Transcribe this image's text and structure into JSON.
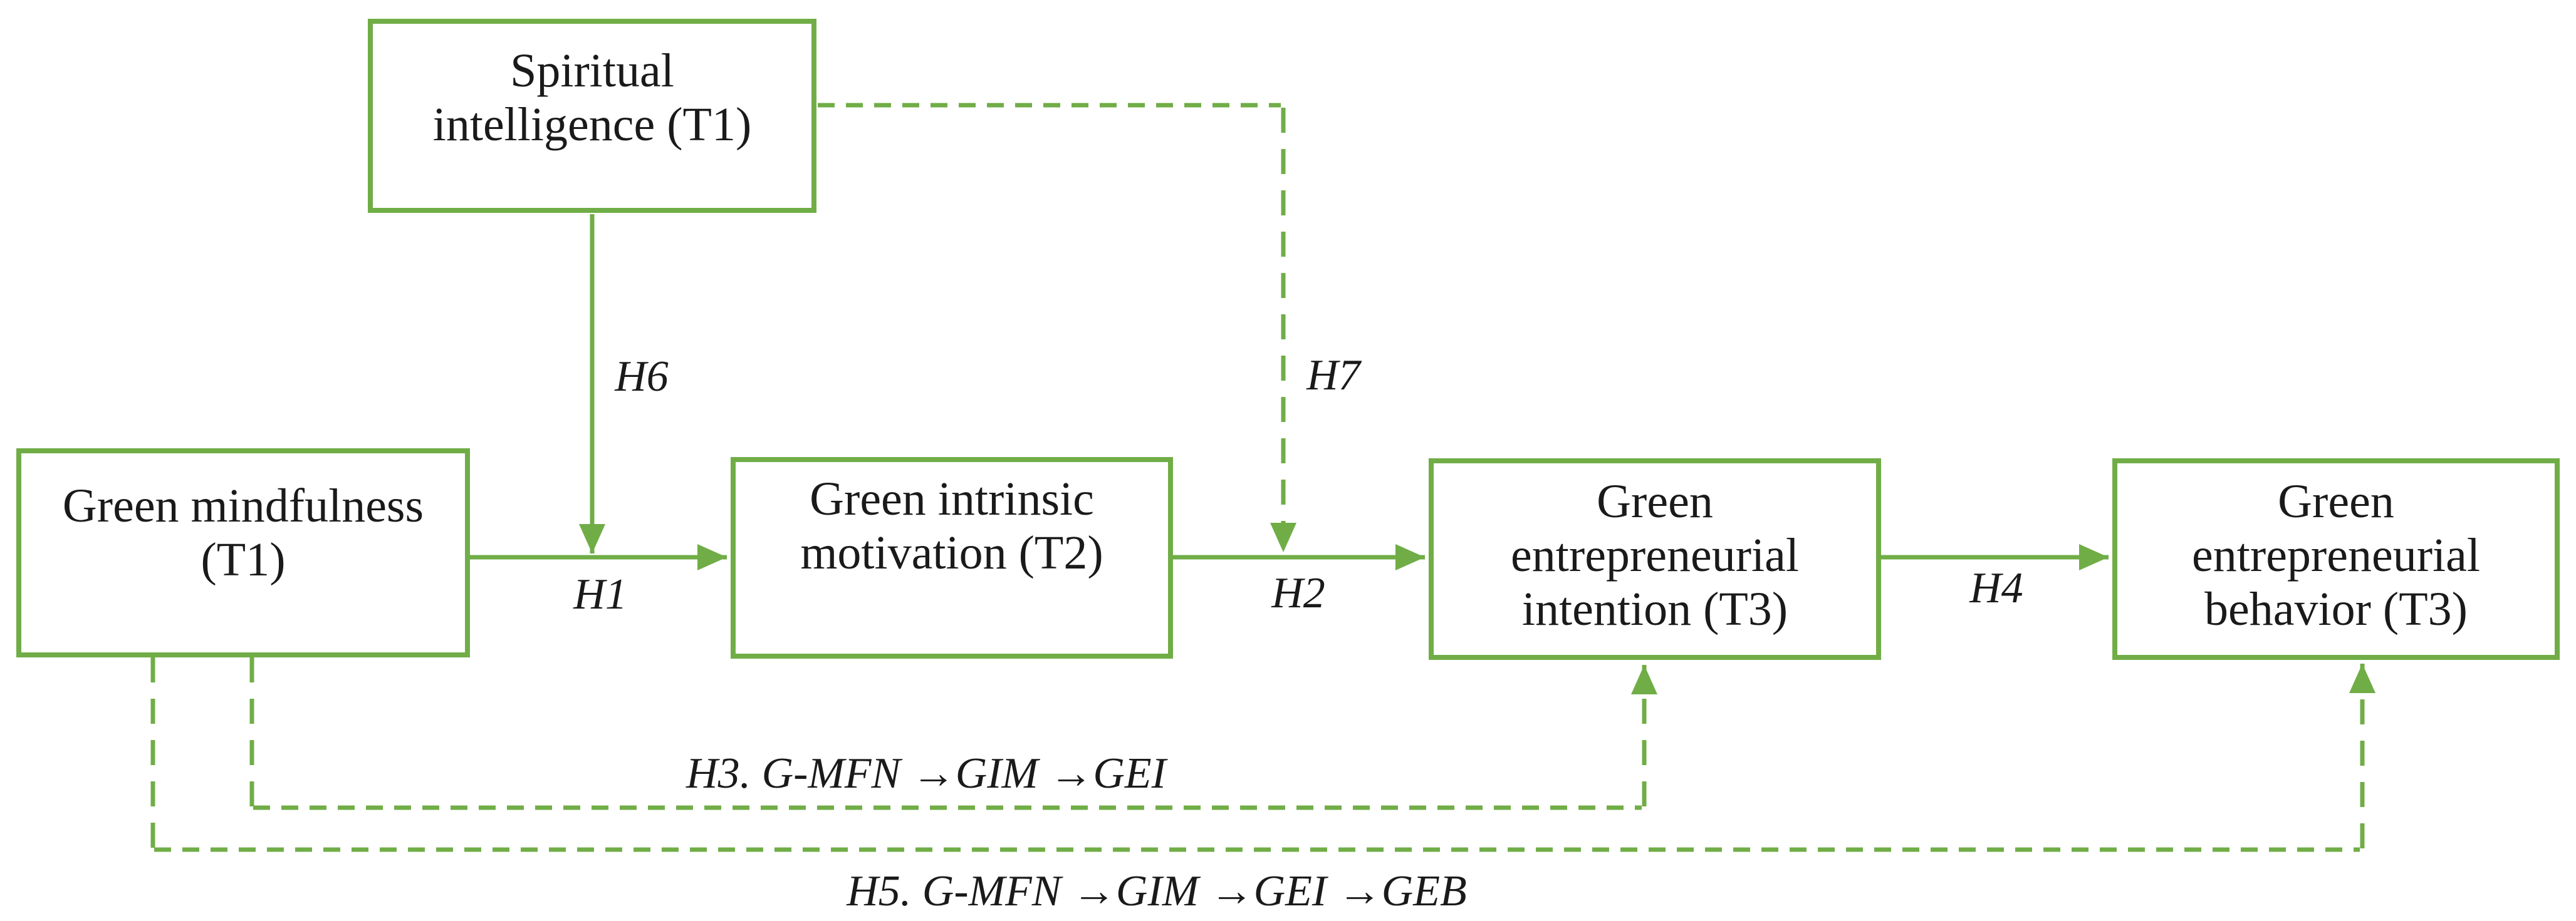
{
  "colors": {
    "line_green": "#70ad47",
    "text": "#1a1a1a",
    "background": "#ffffff"
  },
  "nodes": [
    {
      "id": "spiritual_intelligence",
      "label": "Spiritual intelligence (T1)",
      "lines": [
        "Spiritual",
        "intelligence (T1)"
      ]
    },
    {
      "id": "green_mindfulness",
      "label": "Green mindfulness (T1)",
      "lines": [
        "Green mindfulness",
        "(T1)"
      ]
    },
    {
      "id": "green_intrinsic_motivation",
      "label": "Green intrinsic motivation (T2)",
      "lines": [
        "Green intrinsic",
        "motivation (T2)"
      ]
    },
    {
      "id": "green_entrepreneurial_intention",
      "label": "Green entrepreneurial intention (T3)",
      "lines": [
        "Green",
        "entrepreneurial",
        "intention (T3)"
      ]
    },
    {
      "id": "green_entrepreneurial_behavior",
      "label": "Green entrepreneurial behavior (T3)",
      "lines": [
        "Green",
        "entrepreneurial",
        "behavior (T3)"
      ]
    }
  ],
  "edges": [
    {
      "id": "H1",
      "label": "H1",
      "from": "green_mindfulness",
      "to": "green_intrinsic_motivation",
      "style": "solid"
    },
    {
      "id": "H2",
      "label": "H2",
      "from": "green_intrinsic_motivation",
      "to": "green_entrepreneurial_intention",
      "style": "solid"
    },
    {
      "id": "H3",
      "label": "H3. G-MFN →GIM →GEI",
      "from": "green_mindfulness",
      "to": "green_entrepreneurial_intention",
      "style": "dashed"
    },
    {
      "id": "H4",
      "label": "H4",
      "from": "green_entrepreneurial_intention",
      "to": "green_entrepreneurial_behavior",
      "style": "solid"
    },
    {
      "id": "H5",
      "label": "H5. G-MFN →GIM →GEI →GEB",
      "from": "green_mindfulness",
      "to": "green_entrepreneurial_behavior",
      "style": "dashed"
    },
    {
      "id": "H6",
      "label": "H6",
      "from": "spiritual_intelligence",
      "to": "H1",
      "style": "solid"
    },
    {
      "id": "H7",
      "label": "H7",
      "from": "spiritual_intelligence",
      "to": "H2",
      "style": "dashed"
    }
  ]
}
